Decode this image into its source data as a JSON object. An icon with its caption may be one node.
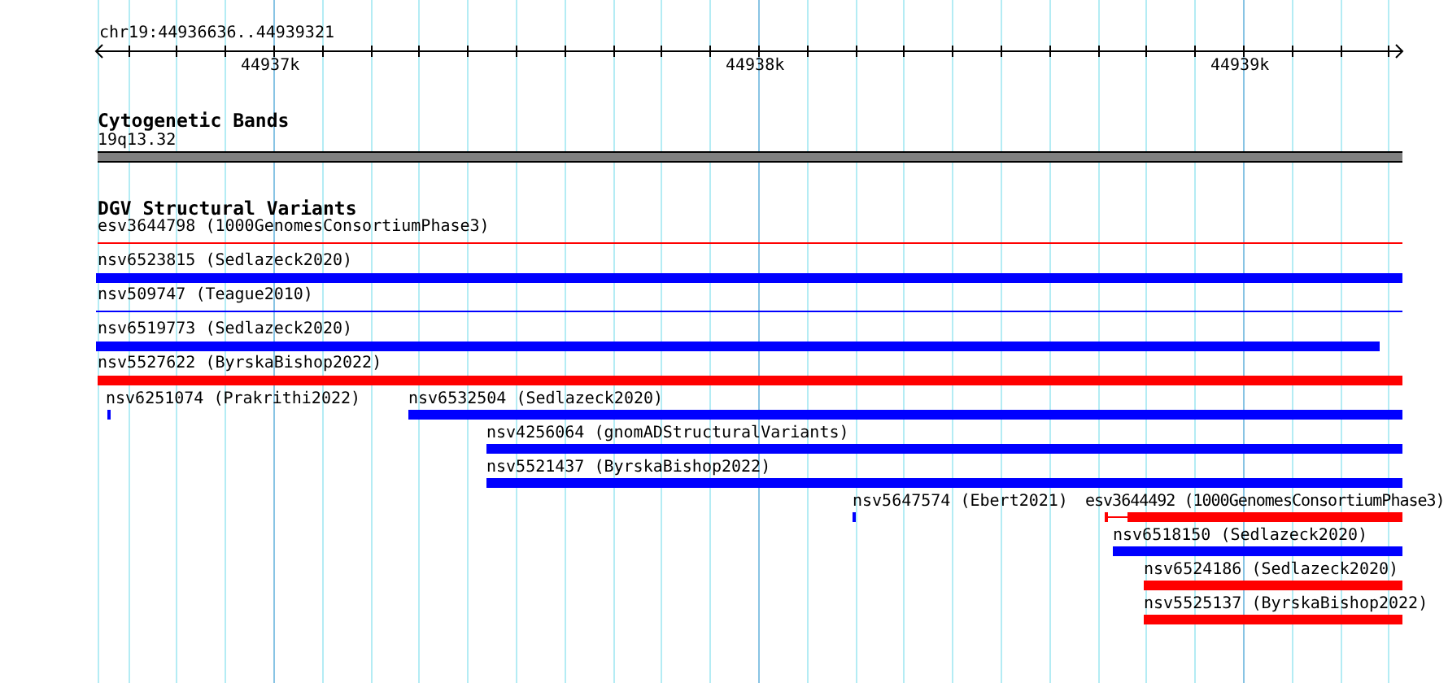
{
  "diagram": {
    "nodes": [
      {
        "text": [
          "19q13.32"
        ]
      },
      {
        "text": [
          "esv3644798 (1000GenomesConsortiumPhase3)"
        ]
      },
      {
        "text": [
          "nsv6523815 (Sedlazeck2020)"
        ]
      },
      {
        "text": [
          "nsv509747 (Teague2010)"
        ]
      },
      {
        "text": [
          "nsv6519773 (Sedlazeck2020)"
        ]
      },
      {
        "text": [
          "nsv5527622 (ByrskaBishop2022)"
        ]
      },
      {
        "text": [
          "nsv6251074 (Prakrithi2022)"
        ]
      },
      {
        "text": [
          "nsv6532504 (Sedlazeck2020)"
        ]
      },
      {
        "text": [
          "nsv4256064 (gnomADStructuralVariants)"
        ]
      },
      {
        "text": [
          "nsv5521437 (ByrskaBishop2022)"
        ]
      },
      {
        "text": [
          "nsv5647574 (Ebert2021)"
        ]
      },
      {
        "text": [
          "esv3644492 (1000GenomesConsortiumPhase3)"
        ]
      },
      {
        "text": [
          "nsv6518150 (Sedlazeck2020)"
        ]
      },
      {
        "text": [
          "nsv6524186 (Sedlazeck2020)"
        ]
      },
      {
        "text": [
          "nsv5525137 (ByrskaBishop2022)"
        ]
      }
    ],
    "labels": [
      "chr19:44936636..44939321",
      "44937k",
      "44938k",
      "44939k",
      "Cytogenetic Bands",
      "DGV Structural Variants"
    ]
  }
}
